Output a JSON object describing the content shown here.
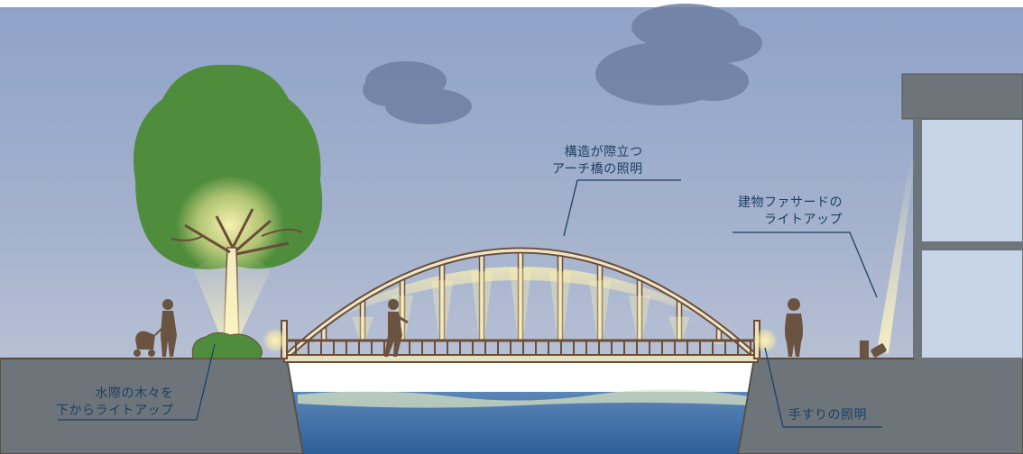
{
  "labels": {
    "arch": {
      "line1": "構造が際立つ",
      "line2": "アーチ橋の照明"
    },
    "facade": {
      "line1": "建物ファサードの",
      "line2": "ライトアップ"
    },
    "trees": {
      "line1": "水際の木々を",
      "line2": "下からライトアップ"
    },
    "railing": {
      "line1": "手すりの照明"
    }
  },
  "colors": {
    "sky": "#8fa3c8",
    "cloud": "#6f7fa3",
    "ground": "#6b7378",
    "outline": "#6a4e3a",
    "water": "#3f6fa6",
    "foliage": "#4e8c3c",
    "glow": "#fff4b0",
    "label": "#1e3f63",
    "building": "#c8d4e6"
  }
}
